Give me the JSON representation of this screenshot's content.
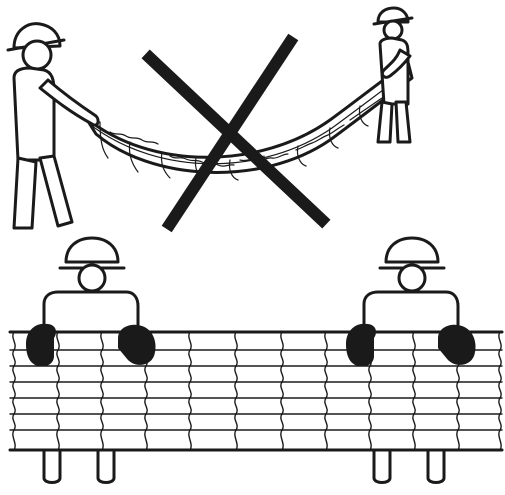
{
  "illustration": {
    "kind": "handling-instruction-pictogram",
    "panels": [
      {
        "id": "incorrect",
        "verdict": "wrong",
        "mark": "cross-out-x"
      },
      {
        "id": "correct",
        "verdict": "right",
        "mark": "none"
      }
    ],
    "colors": {
      "ink": "#1a1a1a",
      "background": "#ffffff",
      "cross": "#1a1a1a",
      "gloves": "#1a1a1a"
    },
    "icons": [
      "worker-with-hard-hat-icon",
      "roofing-sheet-icon",
      "cross-out-icon",
      "glove-icon"
    ]
  }
}
